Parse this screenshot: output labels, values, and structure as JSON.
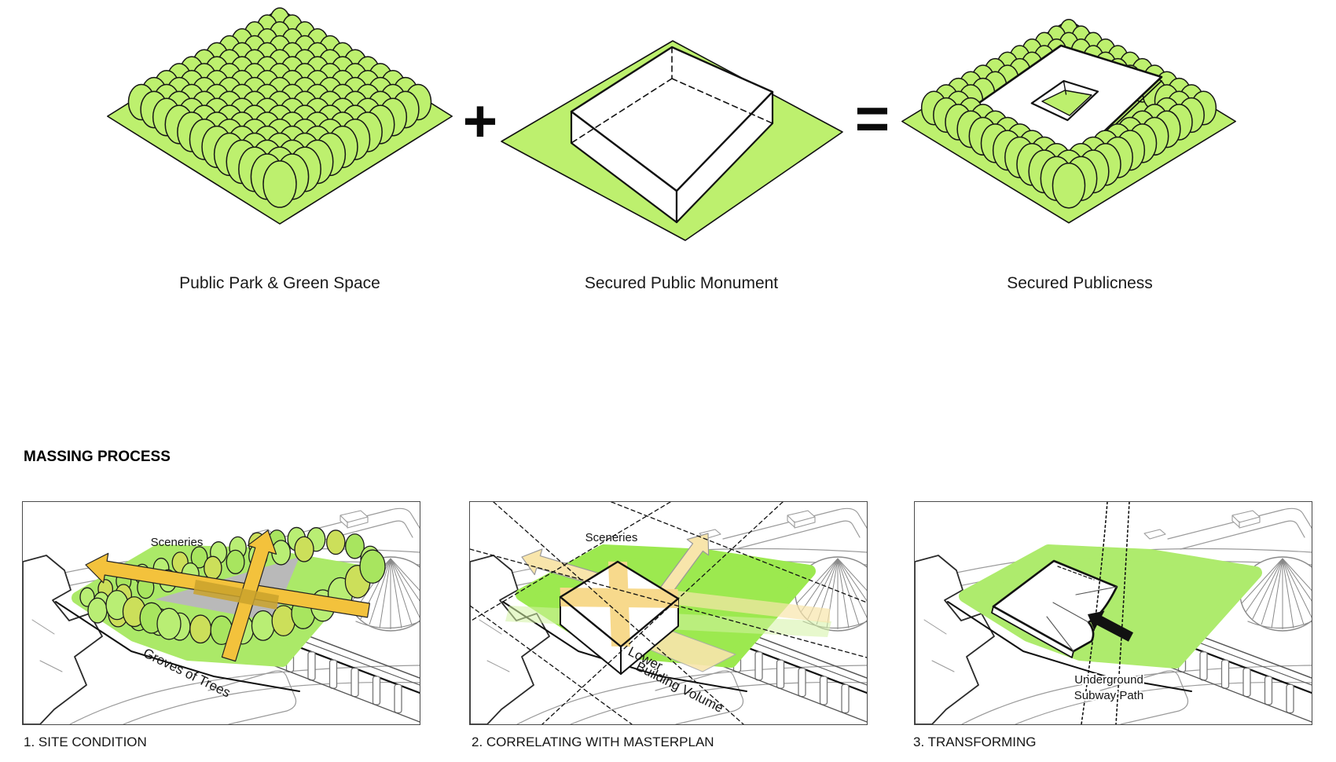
{
  "equation": {
    "plus": "+",
    "equals": "=",
    "terms": [
      "Public Park & Green Space",
      "Secured Public Monument",
      "Secured Publicness"
    ]
  },
  "heading": "MASSING PROCESS",
  "panels": [
    {
      "caption": "1. SITE CONDITION",
      "labels": {
        "sceneries": "Sceneries",
        "groves": "Groves of Trees"
      }
    },
    {
      "caption": "2. CORRELATING WITH MASTERPLAN",
      "labels": {
        "sceneries": "Sceneries",
        "lower_line1": "Lower",
        "lower_line2": "Building Volume"
      }
    },
    {
      "caption": "3. TRANSFORMING",
      "labels": {
        "subway_line1": "Underground",
        "subway_line2": "Subway Path"
      }
    }
  ],
  "colors": {
    "green": "#bdf06e",
    "site1": "#abe968",
    "site2": "#9ce94f",
    "site3": "#aeeb6d",
    "band_green": "#d3f3a4",
    "tree_light": "#b9ee74",
    "tree_olive": "#ccdf5a",
    "tree_mid": "#a8e55f",
    "gold": "#f3c23c",
    "gold_dark": "#c9a22c",
    "pale_gold": "#f8e5ab",
    "cross_gold": "#f7d98c",
    "gray_fill": "#b9b9b9",
    "ink": "#111111"
  }
}
